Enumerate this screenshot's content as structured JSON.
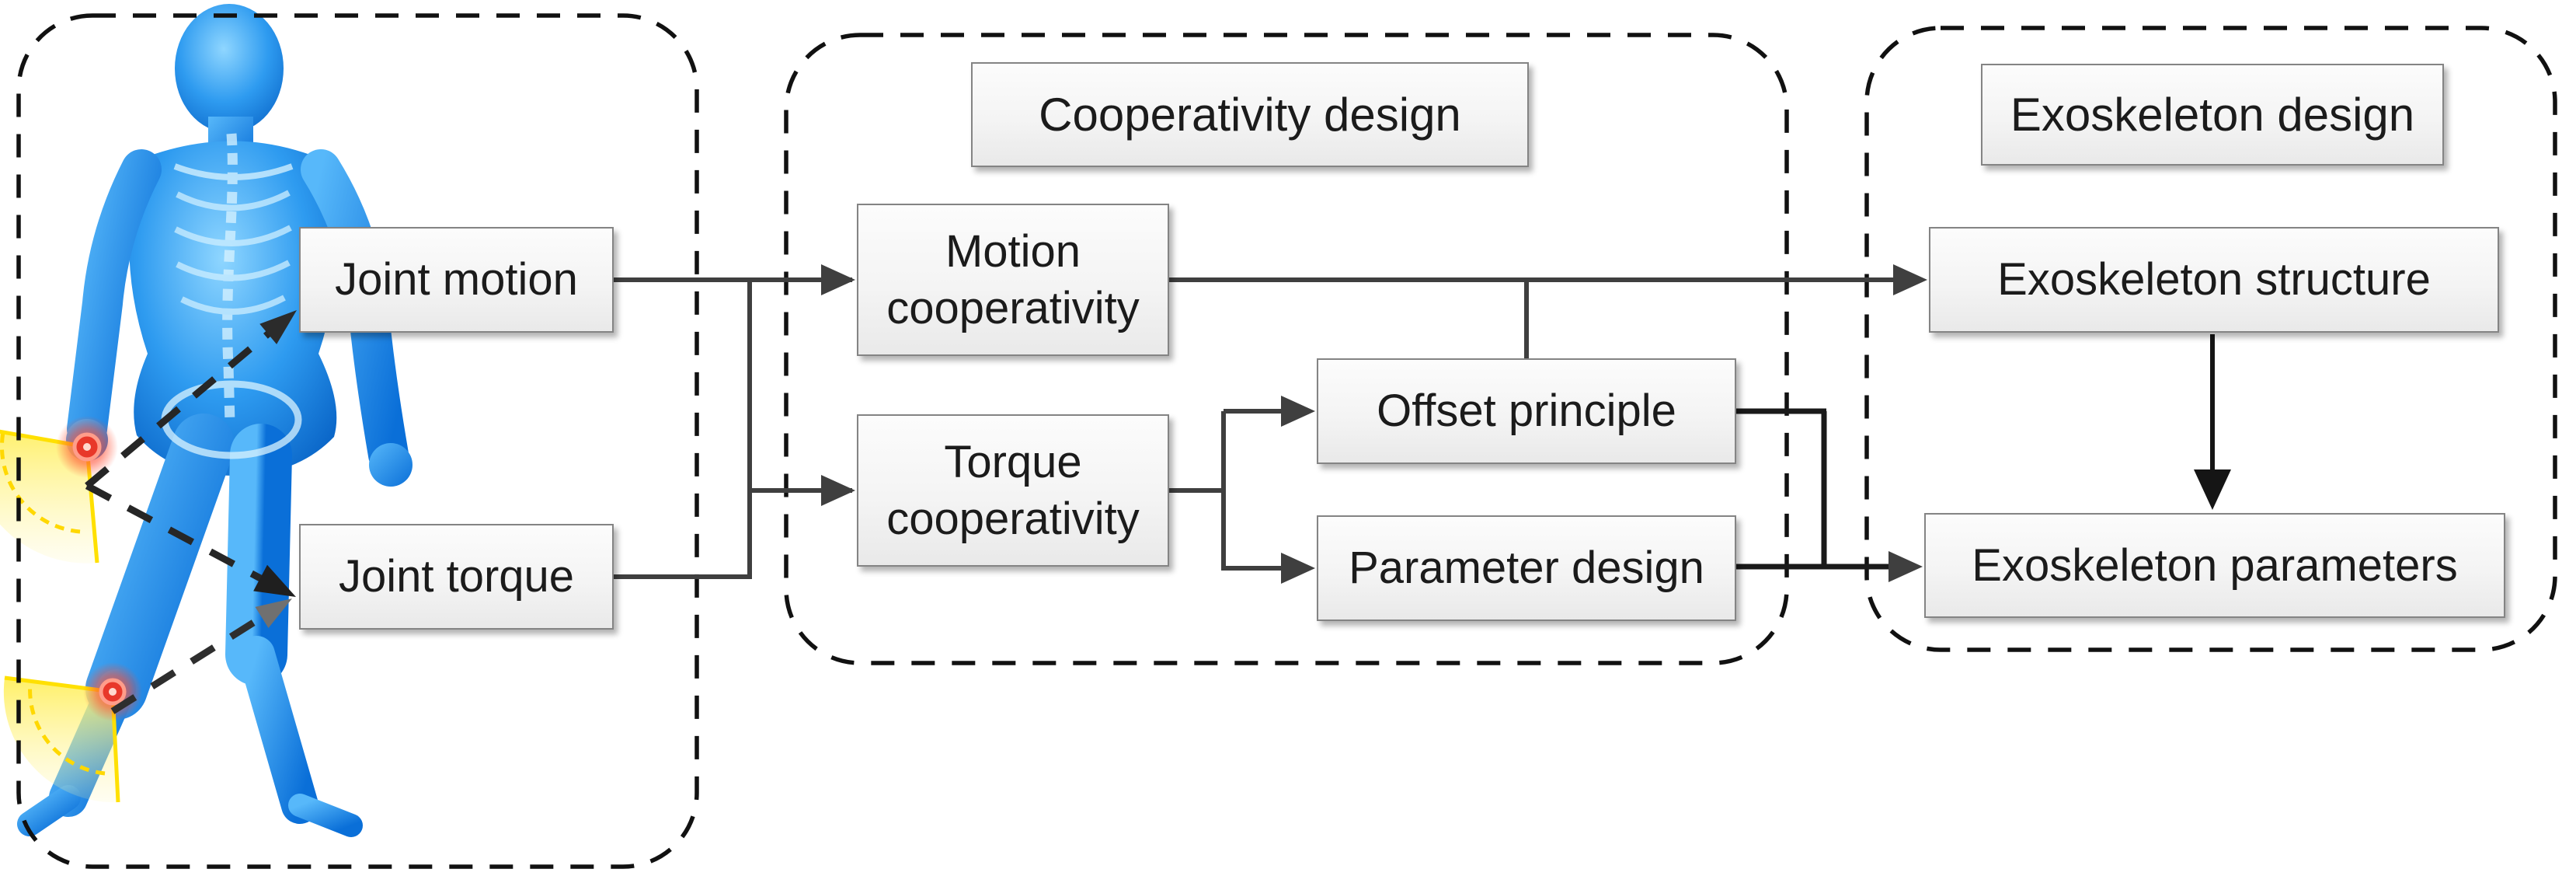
{
  "diagram": {
    "background_color": "#ffffff",
    "bus_line_color": "#3f3f3f",
    "dark_line_color": "#1a1a1a",
    "dashed_border_color": "#111111",
    "box_border_color": "#848484",
    "box_fill_top": "#fcfcfc",
    "box_fill_bottom": "#e9e9e9",
    "text_color": "#1b1b1b",
    "groups": {
      "human": {
        "title": ""
      },
      "cooperativity": {
        "title": "Cooperativity design"
      },
      "exoskeleton": {
        "title": "Exoskeleton design"
      }
    },
    "nodes": {
      "joint_motion": {
        "label": "Joint motion"
      },
      "joint_torque": {
        "label": "Joint torque"
      },
      "motion_coop": {
        "label": "Motion cooperativity"
      },
      "torque_coop": {
        "label": "Torque cooperativity"
      },
      "offset": {
        "label": "Offset principle"
      },
      "param": {
        "label": "Parameter design"
      },
      "exo_structure": {
        "label": "Exoskeleton structure"
      },
      "exo_params": {
        "label": "Exoskeleton parameters"
      }
    },
    "figure": {
      "description": "translucent blue anatomical human walking figure",
      "body_color": "#1e8fe8",
      "joint_glow_color": "#ff3b30",
      "fan_color": "#ffe94d",
      "highlighted_joints": [
        "hip",
        "knee"
      ]
    },
    "edges": [
      {
        "from": "hip_joint",
        "to": "joint_motion",
        "style": "dashed-arrow"
      },
      {
        "from": "hip_joint",
        "to": "joint_torque",
        "style": "dashed-arrow"
      },
      {
        "from": "knee_joint",
        "to": "joint_torque",
        "style": "dashed-arrow"
      },
      {
        "from": "joint_motion",
        "to": "motion_coop",
        "style": "solid-arrow"
      },
      {
        "from": "joint_torque",
        "to": "torque_coop",
        "style": "solid-arrow"
      },
      {
        "from": "motion_coop",
        "to": "exo_structure",
        "style": "solid-arrow"
      },
      {
        "from": "motion_coop",
        "to": "offset",
        "style": "solid-line"
      },
      {
        "from": "torque_coop",
        "to": "offset",
        "style": "solid-arrow"
      },
      {
        "from": "torque_coop",
        "to": "param",
        "style": "solid-arrow"
      },
      {
        "from": "offset",
        "to": "exo_params",
        "style": "solid-arrow"
      },
      {
        "from": "param",
        "to": "exo_params",
        "style": "solid-arrow"
      },
      {
        "from": "exo_structure",
        "to": "exo_params",
        "style": "solid-arrow"
      }
    ]
  }
}
